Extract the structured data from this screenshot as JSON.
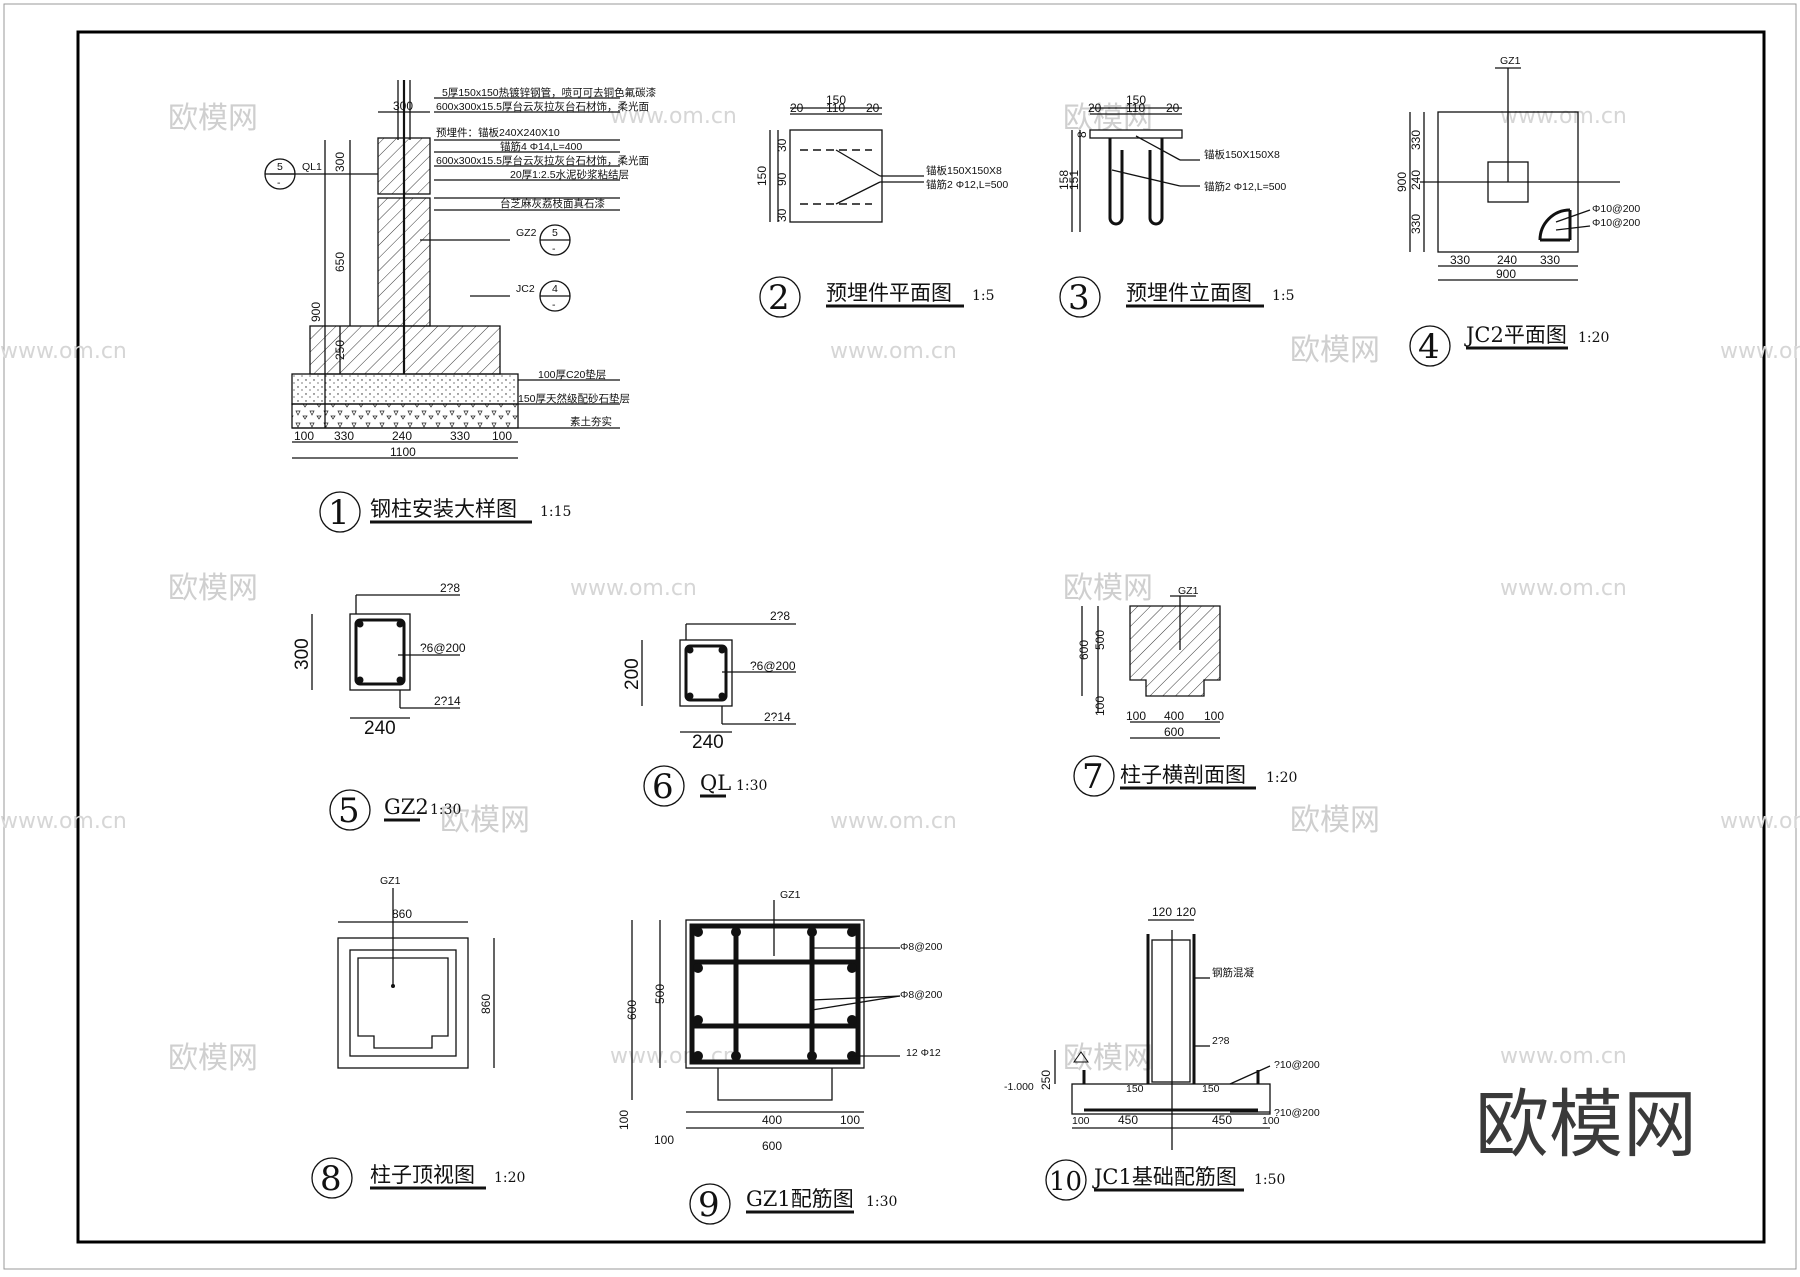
{
  "brand": "欧模网",
  "watermarks": {
    "logo": "欧模网",
    "url": "www.om.cn"
  },
  "details": [
    {
      "num": "1",
      "title": "钢柱安装大样图",
      "scale": "1:15"
    },
    {
      "num": "2",
      "title": "预埋件平面图",
      "scale": "1:5"
    },
    {
      "num": "3",
      "title": "预埋件立面图",
      "scale": "1:5"
    },
    {
      "num": "4",
      "title": "JC2平面图",
      "scale": "1:20"
    },
    {
      "num": "5",
      "title": "GZ2",
      "scale": "1:30"
    },
    {
      "num": "6",
      "title": "QL",
      "scale": "1:30"
    },
    {
      "num": "7",
      "title": "柱子横剖面图",
      "scale": "1:20"
    },
    {
      "num": "8",
      "title": "柱子顶视图",
      "scale": "1:20"
    },
    {
      "num": "9",
      "title": "GZ1配筋图",
      "scale": "1:30"
    },
    {
      "num": "10",
      "title": "JC1基础配筋图",
      "scale": "1:50"
    }
  ],
  "d1": {
    "notes": [
      "5厚150x150热镀锌钢管，喷可可去铜色氟碳漆",
      "600x300x15.5厚台云灰拉灰台石材饰，柔光面",
      "预埋件：锚板240X240X10",
      "锚筋4 Φ14,L=400",
      "600x300x15.5厚台云灰拉灰台石材饰，柔光面",
      "20厚1:2.5水泥砂浆粘结层",
      "台芝麻灰荔枝面真石漆",
      "100厚C20垫层",
      "150厚天然级配砂石垫层",
      "素土夯实"
    ],
    "tags": [
      "QL1",
      "GZ2",
      "JC2"
    ],
    "tag_nums": [
      "5",
      "5",
      "4"
    ],
    "tag_dash": "-",
    "dims_v": [
      "300",
      "650",
      "900",
      "250"
    ],
    "dims_h": [
      "100",
      "330",
      "240",
      "330",
      "100",
      "1100"
    ],
    "dim_top": "300"
  },
  "d2": {
    "dims": [
      "150",
      "20",
      "110",
      "20",
      "30",
      "90",
      "30",
      "150"
    ],
    "notes": [
      "锚板150X150X8",
      "锚筋2 Φ12,L=500"
    ]
  },
  "d3": {
    "dims": [
      "150",
      "20",
      "110",
      "20",
      "8",
      "158",
      "151"
    ],
    "notes": [
      "锚板150X150X8",
      "锚筋2 Φ12,L=500"
    ]
  },
  "d4": {
    "label": "GZ1",
    "dims_v": [
      "330",
      "240",
      "330",
      "900"
    ],
    "dims_h": [
      "330",
      "240",
      "330",
      "900"
    ],
    "notes": [
      "Φ10@200",
      "Φ10@200"
    ]
  },
  "d5": {
    "dims": [
      "300",
      "240"
    ],
    "notes": [
      "2?8",
      "?6@200",
      "2?14"
    ]
  },
  "d6": {
    "dims": [
      "200",
      "240"
    ],
    "notes": [
      "2?8",
      "?6@200",
      "2?14"
    ]
  },
  "d7": {
    "label": "GZ1",
    "dims": [
      "600",
      "500",
      "100",
      "100",
      "400",
      "100",
      "600"
    ]
  },
  "d8": {
    "label": "GZ1",
    "dims": [
      "860",
      "860"
    ]
  },
  "d9": {
    "label": "GZ1",
    "dims": [
      "600",
      "500",
      "100",
      "100",
      "400",
      "100",
      "600"
    ],
    "notes": [
      "Φ8@200",
      "Φ8@200",
      "12 Φ12"
    ]
  },
  "d10": {
    "dims": [
      "120",
      "120",
      "250",
      "150",
      "150",
      "100",
      "450",
      "450",
      "100"
    ],
    "level": "-1.000",
    "notes": [
      "钢筋混凝",
      "2?8",
      "?10@200",
      "?10@200"
    ]
  }
}
